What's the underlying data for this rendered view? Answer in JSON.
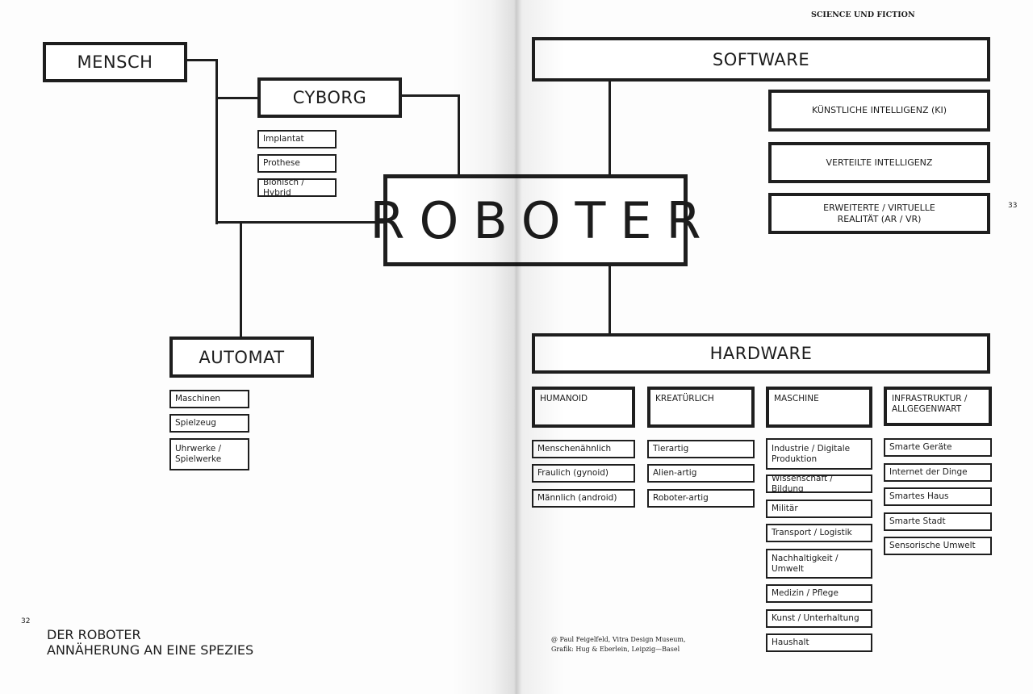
{
  "header": {
    "running_title": "SCIENCE UND FICTION"
  },
  "page_numbers": {
    "left": "32",
    "right": "33"
  },
  "footer": {
    "title": "DER ROBOTER",
    "subtitle": "ANNÄHERUNG AN EINE SPEZIES",
    "credit_line1": "@ Paul Feigelfeld, Vitra Design Museum,",
    "credit_line2": "Grafik: Hug & Eberlein, Leipzig—Basel"
  },
  "diagram": {
    "center": "ROBOTER",
    "mensch": "MENSCH",
    "cyborg": {
      "label": "CYBORG",
      "items": [
        "Implantat",
        "Prothese",
        "Bionisch / Hybrid"
      ]
    },
    "automat": {
      "label": "AUTOMAT",
      "items": [
        "Maschinen",
        "Spielzeug",
        "Uhrwerke / Spielwerke"
      ]
    },
    "software": {
      "label": "SOFTWARE",
      "items": [
        "KÜNSTLICHE INTELLIGENZ (KI)",
        "VERTEILTE INTELLIGENZ",
        "ERWEITERTE / VIRTUELLE REALITÄT (AR / VR)"
      ]
    },
    "hardware": {
      "label": "HARDWARE",
      "categories": [
        {
          "label": "HUMANOID",
          "items": [
            "Menschenähnlich",
            "Fraulich (gynoid)",
            "Männlich (android)"
          ]
        },
        {
          "label": "KREATÜRLICH",
          "items": [
            "Tierartig",
            "Alien-artig",
            "Roboter-artig"
          ]
        },
        {
          "label": "MASCHINE",
          "items": [
            "Industrie / Digitale Produktion",
            "Wissenschaft / Bildung",
            "Militär",
            "Transport / Logistik",
            "Nachhaltigkeit / Umwelt",
            "Medizin / Pflege",
            "Kunst / Unterhaltung",
            "Haushalt"
          ]
        },
        {
          "label": "INFRASTRUKTUR / ALLGEGENWART",
          "items": [
            "Smarte Geräte",
            "Internet der Dinge",
            "Smartes Haus",
            "Smarte Stadt",
            "Sensorische Umwelt"
          ]
        }
      ]
    }
  }
}
